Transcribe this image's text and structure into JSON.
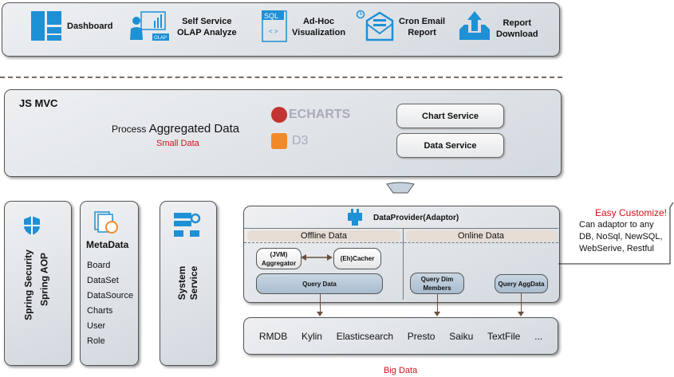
{
  "top_features": [
    {
      "label": "Dashboard",
      "icon": "dashboard-icon"
    },
    {
      "label": "Self Service\nOLAP Analyze",
      "icon": "olap-icon",
      "badge": "OLAP"
    },
    {
      "label": "Ad-Hoc\nVisualization",
      "icon": "sql-icon",
      "badge": "SQL",
      "code": "< >"
    },
    {
      "label": "Cron Email\nReport",
      "icon": "email-clock-icon"
    },
    {
      "label": "Report\nDownload",
      "icon": "upload-tray-icon"
    }
  ],
  "jsmvc": {
    "title": "JS MVC",
    "process_prefix": "Process",
    "process_main": "Aggregated Data",
    "small_data": "Small Data",
    "echarts": "ECHARTS",
    "d3": "D3",
    "services": [
      "Chart Service",
      "Data Service"
    ]
  },
  "spring": {
    "labels": [
      "Spring Security",
      "Spring AOP"
    ]
  },
  "metadata": {
    "title": "MetaData",
    "items": [
      "Board",
      "DataSet",
      "DataSource",
      "Charts",
      "User",
      "Role"
    ]
  },
  "system": {
    "label": "System\nService"
  },
  "provider": {
    "title": "DataProvider(Adaptor)",
    "offline": "Offline Data",
    "online": "Online Data",
    "aggregator": "(JVM)\nAggregator",
    "cacher": "(Eh)Cacher",
    "query_data": "Query Data",
    "query_dim": "Query Dim\nMembers",
    "query_agg": "Query AggData"
  },
  "sources": [
    "RMDB",
    "Kylin",
    "Elasticsearch",
    "Presto",
    "Saiku",
    "TextFile",
    "..."
  ],
  "big_data": "Big Data",
  "callout": {
    "title": "Easy Customize!",
    "body": "Can adaptor to any\nDB, NoSql, NewSQL,\nWebSerive, Restful"
  },
  "colors": {
    "accent": "#1e90d6",
    "red": "#d0121b",
    "arrow": "#6b4f3f"
  }
}
